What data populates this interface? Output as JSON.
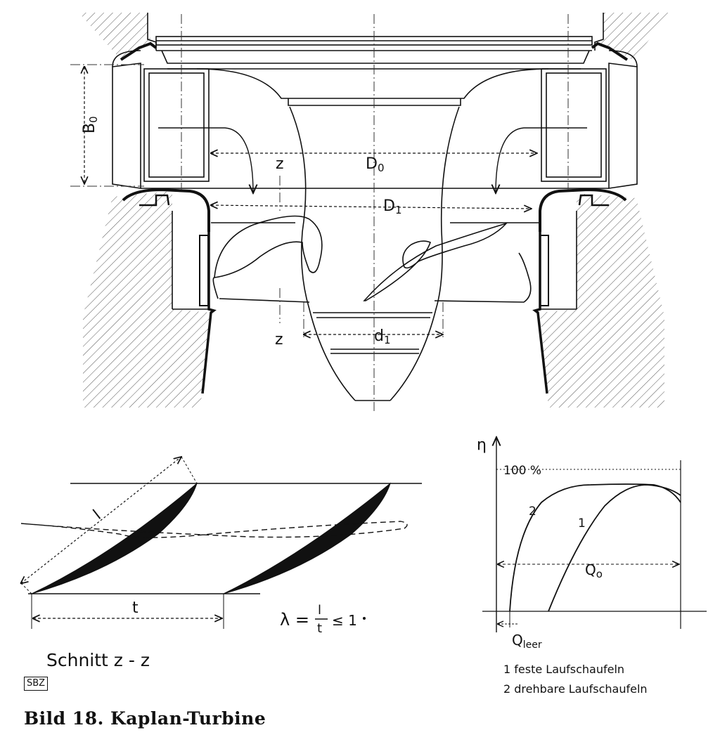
{
  "labels": {
    "B0": "B",
    "B0_sub": "0",
    "D0": "D",
    "D0_sub": "0",
    "D1": "D",
    "D1_sub": "1",
    "d1": "d",
    "d1_sub": "1",
    "z_upper": "z",
    "z_lower": "z",
    "l": "l",
    "t": "t",
    "lambda": "λ = ",
    "lambda_num": "l",
    "lambda_den": "t",
    "lambda_rel": "≤ 1",
    "schnitt": "Schnitt  z - z",
    "sbz": "SBZ",
    "eta": "η",
    "pct": "100 %",
    "curve1": "1",
    "curve2": "2",
    "Q0": "Q",
    "Q0_sub": "o",
    "Qleer": "Q",
    "Qleer_sub": "leer",
    "legend1": "1 feste Laufschaufeln",
    "legend2": "2 drehbare Laufschaufeln",
    "caption": "Bild 18.   Kaplan-Turbine"
  }
}
